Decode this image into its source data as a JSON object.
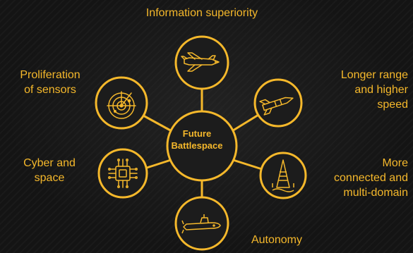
{
  "center": {
    "label": "Future\nBattlespace"
  },
  "nodes": [
    {
      "id": "information",
      "label": "Information superiority",
      "icon": "jet-aircraft-icon"
    },
    {
      "id": "range",
      "label": "Longer range\nand higher\nspeed",
      "icon": "missile-icon"
    },
    {
      "id": "connected",
      "label": "More\nconnected and\nmulti-domain",
      "icon": "warship-icon"
    },
    {
      "id": "autonomy",
      "label": "Autonomy",
      "icon": "submarine-icon"
    },
    {
      "id": "cyber",
      "label": "Cyber and\nspace",
      "icon": "microchip-icon"
    },
    {
      "id": "sensors",
      "label": "Proliferation\nof sensors",
      "icon": "radar-icon"
    }
  ],
  "colors": {
    "accent": "#f5b82b",
    "background": "#141414"
  }
}
